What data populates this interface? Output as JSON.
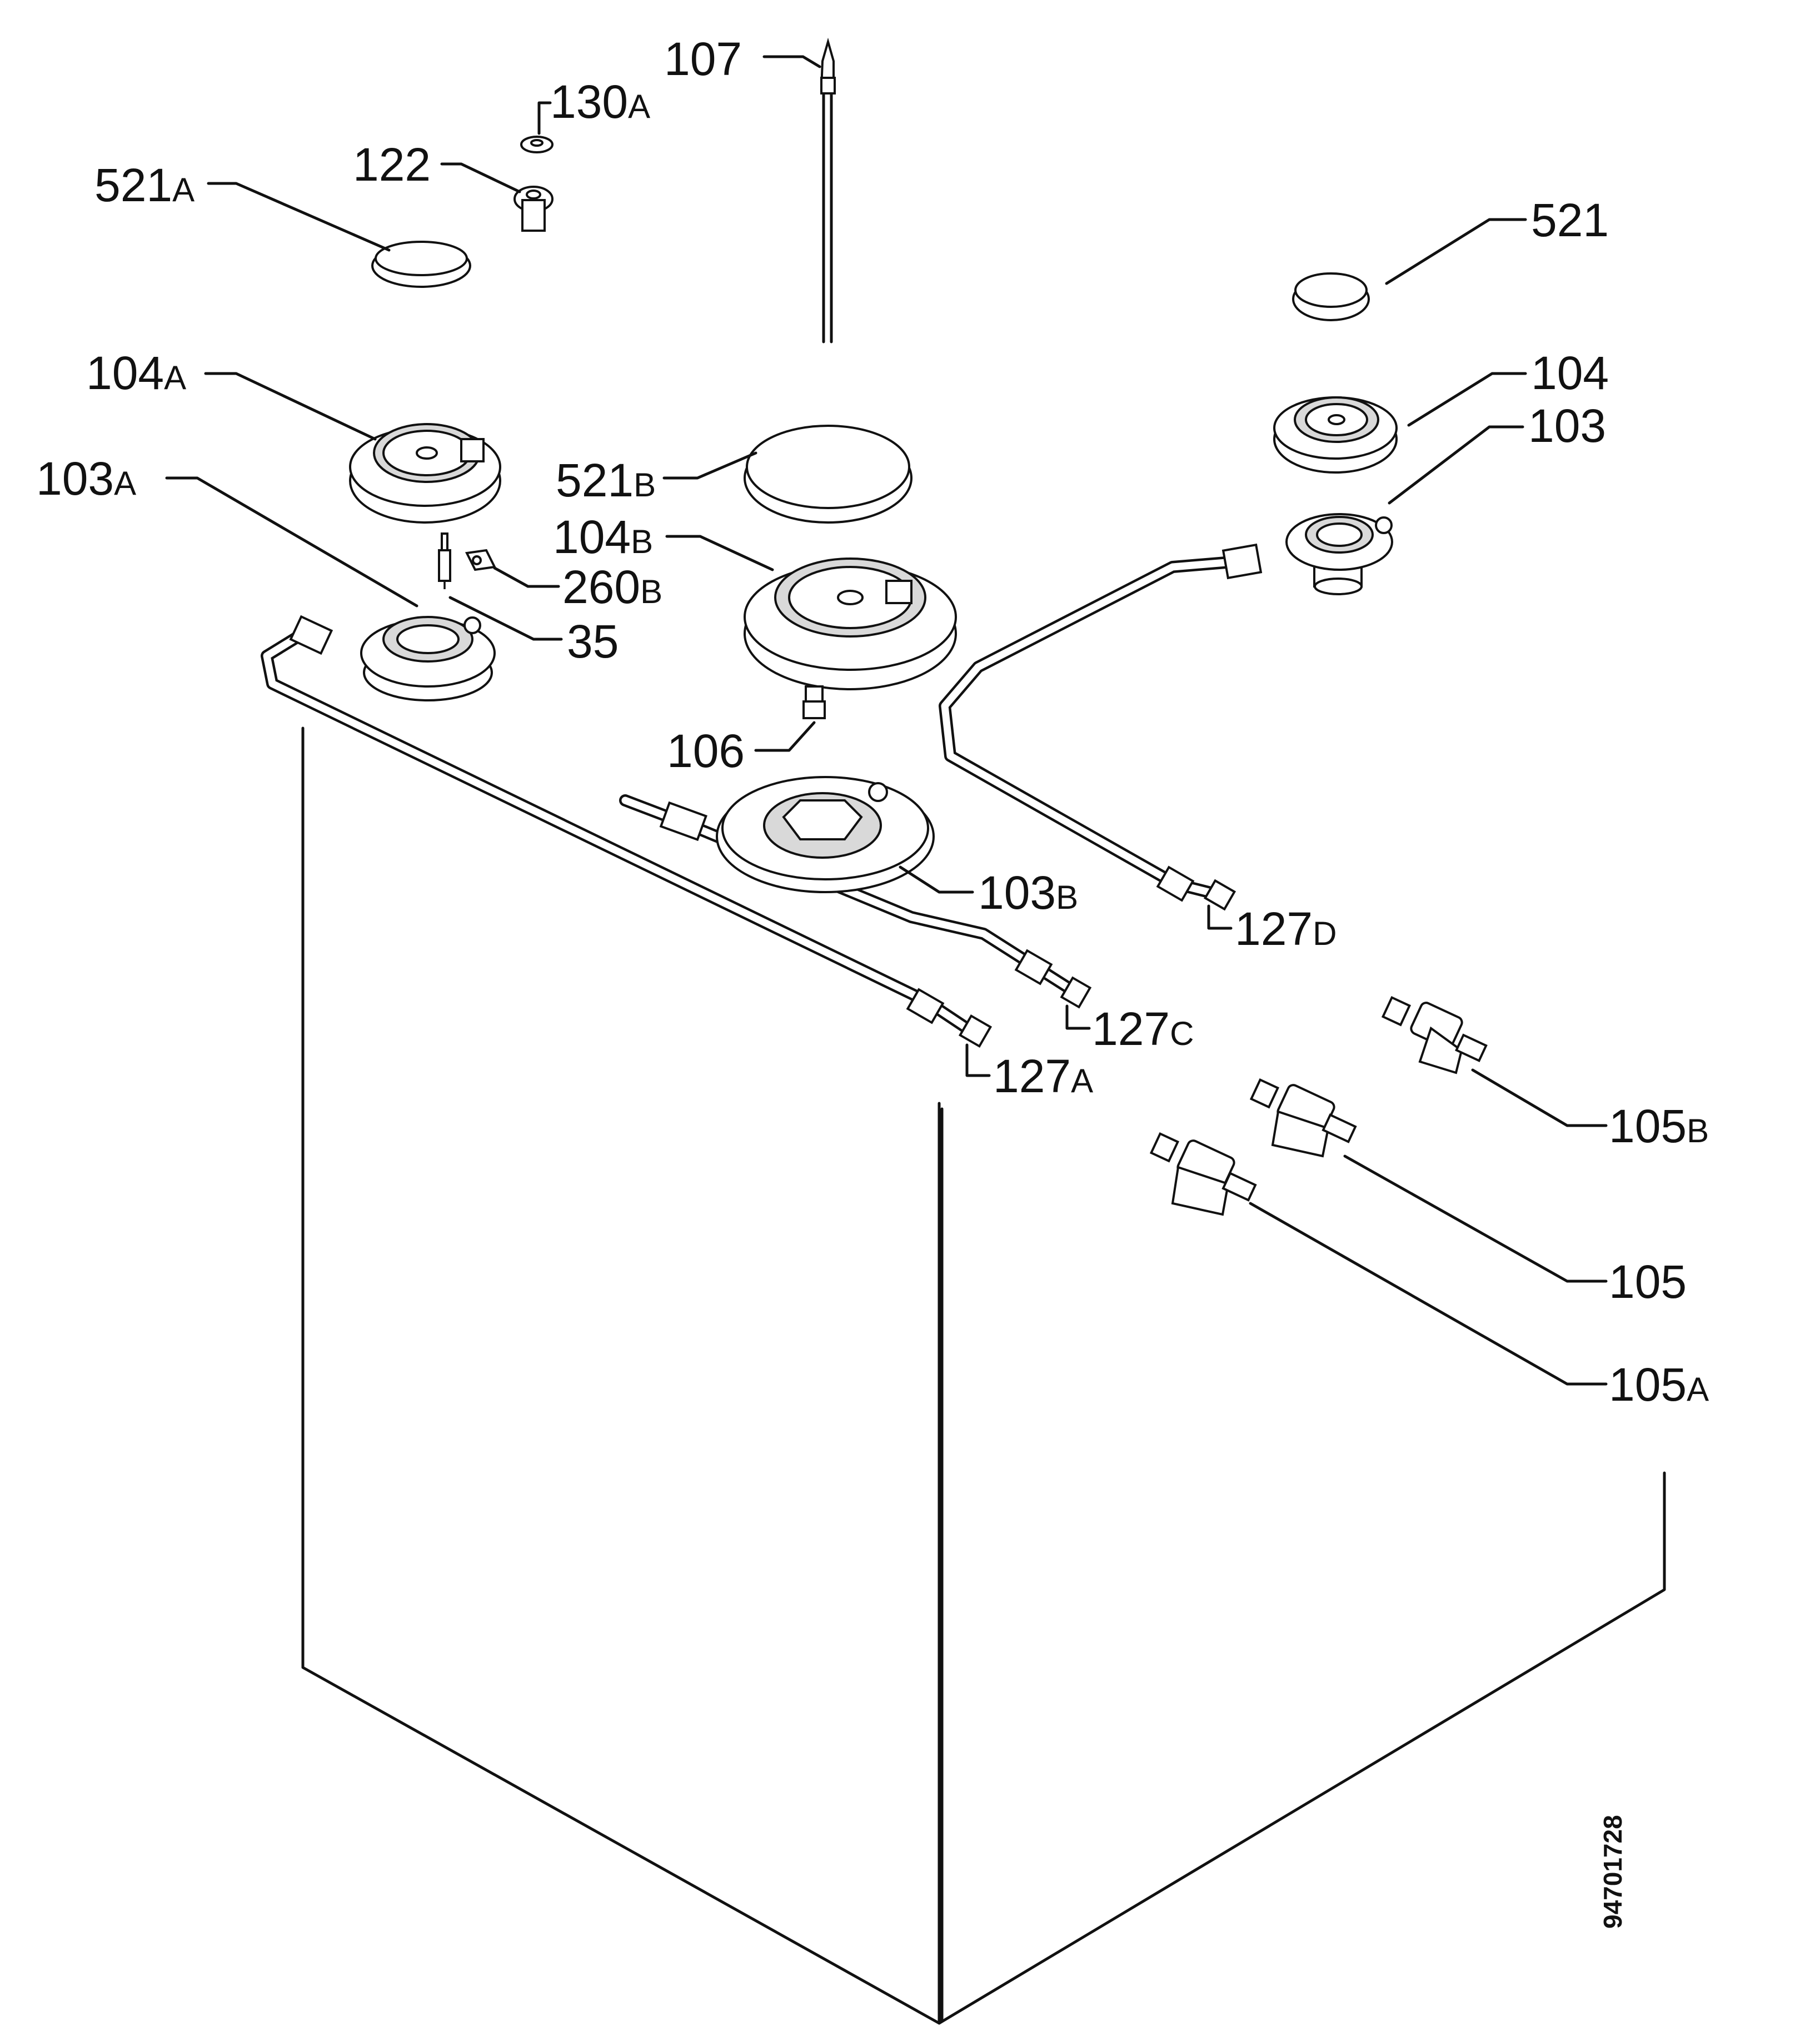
{
  "labels": {
    "l107": "107",
    "l130a": {
      "num": "130",
      "suf": "A"
    },
    "l122": "122",
    "l521a": {
      "num": "521",
      "suf": "A"
    },
    "l521": "521",
    "l104a": {
      "num": "104",
      "suf": "A"
    },
    "l104": "104",
    "l103": "103",
    "l103a": {
      "num": "103",
      "suf": "A"
    },
    "l521b": {
      "num": "521",
      "suf": "B"
    },
    "l104b": {
      "num": "104",
      "suf": "B"
    },
    "l260b": {
      "num": "260",
      "suf": "B"
    },
    "l35": "35",
    "l106": "106",
    "l103b": {
      "num": "103",
      "suf": "B"
    },
    "l127d": {
      "num": "127",
      "suf": "D"
    },
    "l127c": {
      "num": "127",
      "suf": "C"
    },
    "l127a": {
      "num": "127",
      "suf": "A"
    },
    "l105b": {
      "num": "105",
      "suf": "B"
    },
    "l105": "105",
    "l105a": {
      "num": "105",
      "suf": "A"
    }
  },
  "document_id": "94701728"
}
